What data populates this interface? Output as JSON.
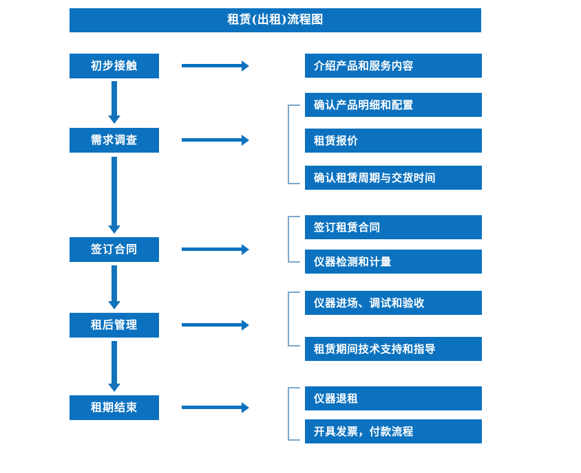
{
  "chart_data": {
    "type": "diagram",
    "title": "租赁(出租)流程图",
    "diagram_kind": "flowchart",
    "orientation": "vertical-stages-with-right-details",
    "stages": [
      {
        "stage": "初步接触",
        "details": [
          "介绍产品和服务内容"
        ],
        "grouped": false
      },
      {
        "stage": "需求调查",
        "details": [
          "确认产品明细和配置",
          "租赁报价",
          "确认租赁周期与交货时间"
        ],
        "grouped": true
      },
      {
        "stage": "签订合同",
        "details": [
          "签订租赁合同",
          "仪器检测和计量"
        ],
        "grouped": true
      },
      {
        "stage": "租后管理",
        "details": [
          "仪器进场、调试和验收",
          "租赁期间技术支持和指导"
        ],
        "grouped": true
      },
      {
        "stage": "租期结束",
        "details": [
          "仪器退租",
          "开具发票，付款流程"
        ],
        "grouped": true
      }
    ]
  },
  "title": {
    "text": "租赁(出租)流程图"
  },
  "stages": [
    {
      "label": "初步接触"
    },
    {
      "label": "需求调查"
    },
    {
      "label": "签订合同"
    },
    {
      "label": "租后管理"
    },
    {
      "label": "租期结束"
    }
  ],
  "details": [
    {
      "label": "介绍产品和服务内容"
    },
    {
      "label": "确认产品明细和配置"
    },
    {
      "label": "租赁报价"
    },
    {
      "label": "确认租赁周期与交货时间"
    },
    {
      "label": "签订租赁合同"
    },
    {
      "label": "仪器检测和计量"
    },
    {
      "label": "仪器进场、调试和验收"
    },
    {
      "label": "租赁期间技术支持和指导"
    },
    {
      "label": "仪器退租"
    },
    {
      "label": "开具发票，付款流程"
    }
  ],
  "colors": {
    "box_fill": "#0C72BF",
    "box_text": "#FFFFFF",
    "arrow": "#0C72BF",
    "bracket": "#7BA7CC",
    "background": "#FFFFFF"
  }
}
